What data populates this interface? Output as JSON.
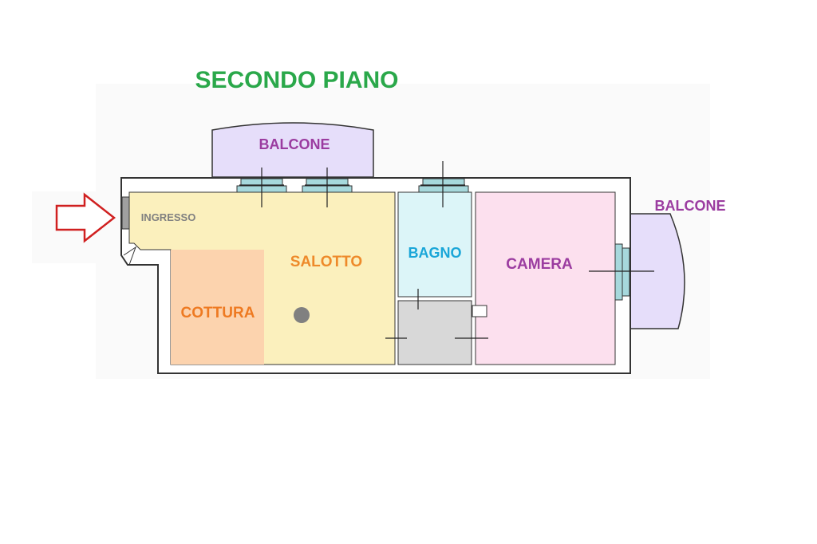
{
  "title": "SECONDO PIANO",
  "rooms": {
    "ingresso": "INGRESSO",
    "salotto": "SALOTTO",
    "cottura": "COTTURA",
    "bagno_part1": "BA",
    "bagno_part2": "GNO",
    "camera": "CAMERA",
    "balcone_top": "BALCONE",
    "balcone_right": "BALCONE"
  },
  "colors": {
    "title": "#2aa84a",
    "balcone_label": "#9b3ca0",
    "balcone_fill": "#e6defa",
    "ingresso_label": "#808080",
    "salotto_fill": "#fbf0bd",
    "salotto_label": "#ee8a2a",
    "cottura_fill": "#fcd3ae",
    "cottura_label": "#ee7a22",
    "bagno_fill": "#dcf5f8",
    "bagno_label": "#1aa6d8",
    "camera_fill": "#fce0ee",
    "camera_label": "#9b3ca0",
    "closet_fill": "#d8d8d8",
    "window_fill": "#a6d8dc",
    "arrow_stroke": "#d02020",
    "wall": "#333333"
  },
  "icons": [
    "entrance-arrow-icon",
    "column-dot-icon"
  ]
}
